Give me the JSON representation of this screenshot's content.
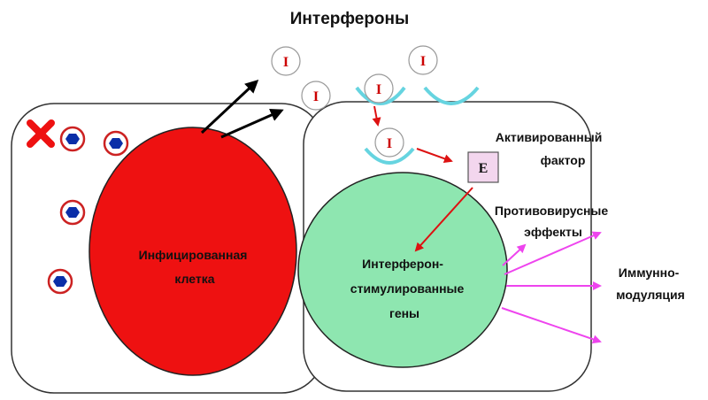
{
  "title": "Интерфероны",
  "interferon_symbol": "I",
  "factor_symbol": "E",
  "infected_cell": [
    "Инфицированная",
    "клетка"
  ],
  "activated_factor": [
    "Активированный",
    "фактор"
  ],
  "isg": [
    "Интерферон-",
    "стимулированные",
    "гены"
  ],
  "antiviral": [
    "Противовирусные",
    "эффекты"
  ],
  "immuno": [
    "Иммунно-",
    "модуляция"
  ],
  "colors": {
    "infected_nucleus": "#ee1111",
    "isg_nucleus": "#8ee6b0",
    "interferon_text": "#cc0000",
    "receptor": "#66d4e0",
    "arrow_black": "#000000",
    "arrow_red": "#dd1111",
    "arrow_magenta": "#ee44ee",
    "virus_fill": "#0a2ea8",
    "factor_box": "#f3d6ee"
  }
}
